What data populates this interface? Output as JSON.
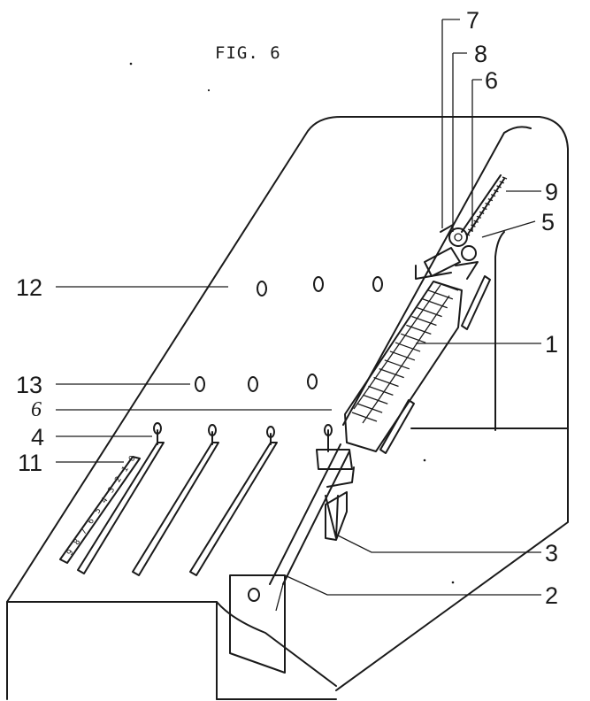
{
  "figure": {
    "title": "FIG. 6"
  },
  "labels": {
    "l1": "1",
    "l2": "2",
    "l3": "3",
    "l4": "4",
    "l5": "5",
    "l6a": "6",
    "l6b": "6",
    "l7": "7",
    "l8": "8",
    "l9": "9",
    "l11": "11",
    "l12": "12",
    "l13": "13"
  },
  "scale": {
    "digits": [
      "9",
      "8",
      "7",
      "6",
      "5",
      "4",
      "3",
      "2",
      "1",
      "0"
    ]
  },
  "colors": {
    "ink": "#1a1a1a",
    "paper": "#ffffff"
  }
}
